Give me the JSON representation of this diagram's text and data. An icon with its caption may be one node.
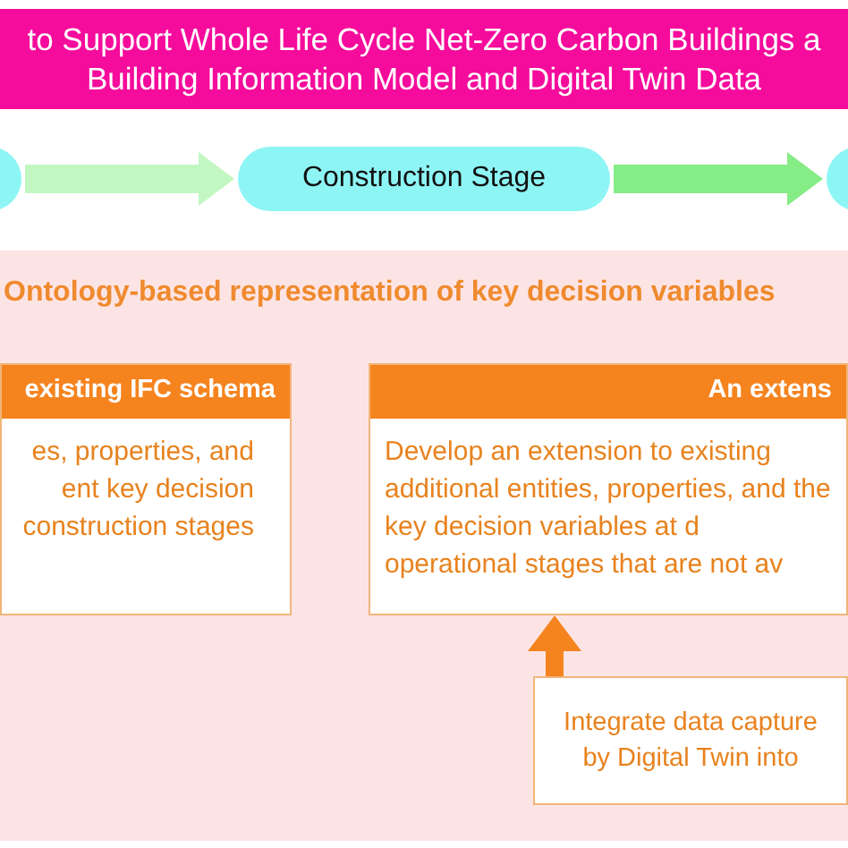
{
  "diagram": {
    "title": "to Support Whole Life Cycle Net-Zero Carbon Buildings a Building Information Model and Digital Twin Data",
    "nodes": [
      {
        "text": [],
        "shape": "pill"
      },
      {
        "text": [
          "Construction Stage"
        ]
      },
      {
        "text": [],
        "shape": "pill"
      },
      {
        "text": [
          "Ontology-based representation of key decision variables"
        ]
      },
      {
        "text": [
          "existing IFC schema",
          "es, properties, and ent key decision construction stages"
        ],
        "in": 3
      },
      {
        "text": [
          "An extens",
          "Develop an extension to existing additional entities, properties, and the key decision variables at d operational stages that are not av"
        ],
        "in": 3
      },
      {
        "text": [
          "Integrate data capture by Digital Twin into"
        ],
        "in": 3
      }
    ],
    "edges": [
      {
        "from": 0,
        "to": 1,
        "arrow": "to",
        "color": "#c2f7c2"
      },
      {
        "from": 1,
        "to": 2,
        "arrow": "to",
        "color": "#86ec86"
      },
      {
        "from": 6,
        "to": 5,
        "arrow": "to",
        "color": "#f5841f"
      }
    ]
  }
}
